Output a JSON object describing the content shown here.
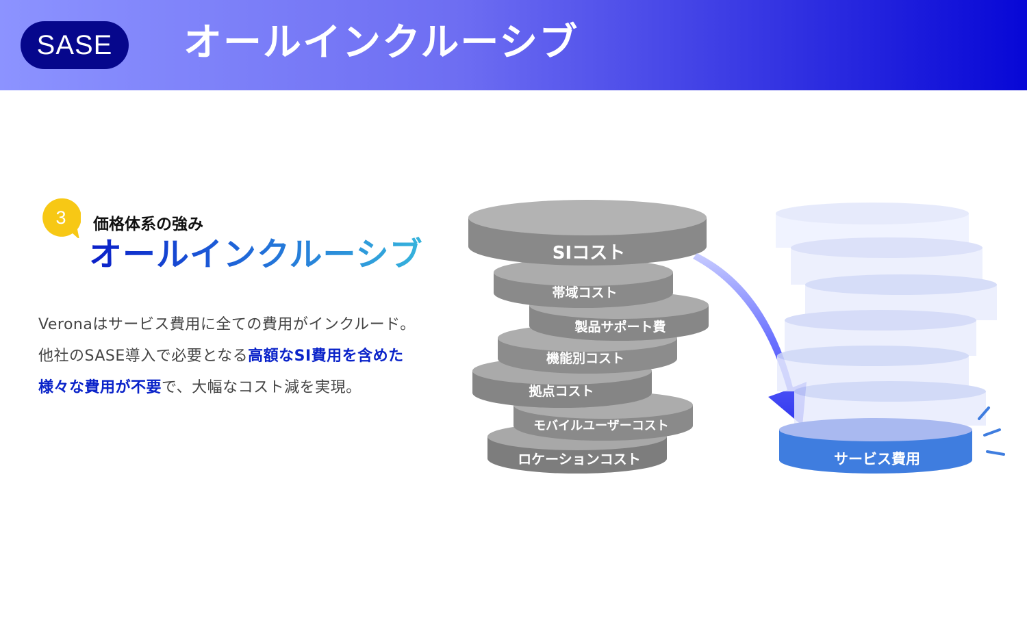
{
  "header": {
    "badge": "SASE",
    "title": "オールインクルーシブ"
  },
  "feature": {
    "number": "3",
    "subtitle": "価格体系の強み",
    "title": "オールインクルーシブ"
  },
  "description": {
    "line1": "Veronaはサービス費用に全ての費用がインクルード。",
    "line2_plain": "他社のSASE導入で必要となる",
    "line2_highlight": "高額なSI費用を含めた",
    "line3_highlight": "様々な費用が不要",
    "line3_plain": "で、大幅なコスト減を実現。"
  },
  "cost_stack": [
    "SIコスト",
    "帯域コスト",
    "製品サポート費",
    "機能別コスト",
    "拠点コスト",
    "モバイルユーザーコスト",
    "ロケーションコスト"
  ],
  "service_cost_label": "サービス費用",
  "colors": {
    "header_start": "#8c93ff",
    "header_end": "#0707d6",
    "badge": "#06078c",
    "number_bubble": "#f7c815",
    "highlight": "#0a23c9",
    "disc_gray": "#8a8a8a",
    "service_disc": "#3f7ddf",
    "arrow": "#3b3bf2"
  }
}
